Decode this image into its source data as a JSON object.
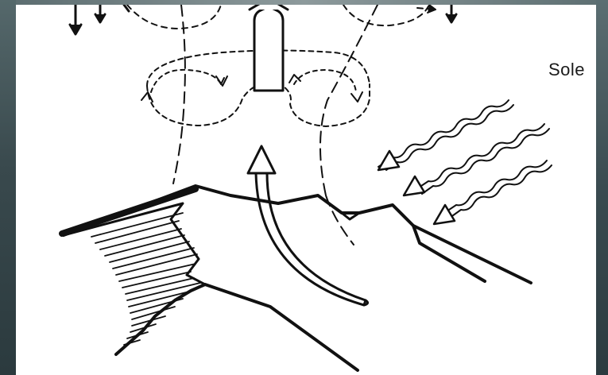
{
  "labels": {
    "sun": "Sole"
  },
  "colors": {
    "ink": "#111111",
    "paper": "#ffffff",
    "backdrop": "#3d4a4e"
  },
  "icons": {
    "upward-wind": "thick-arrow-up",
    "sun-rays": "wavy-arrow"
  }
}
